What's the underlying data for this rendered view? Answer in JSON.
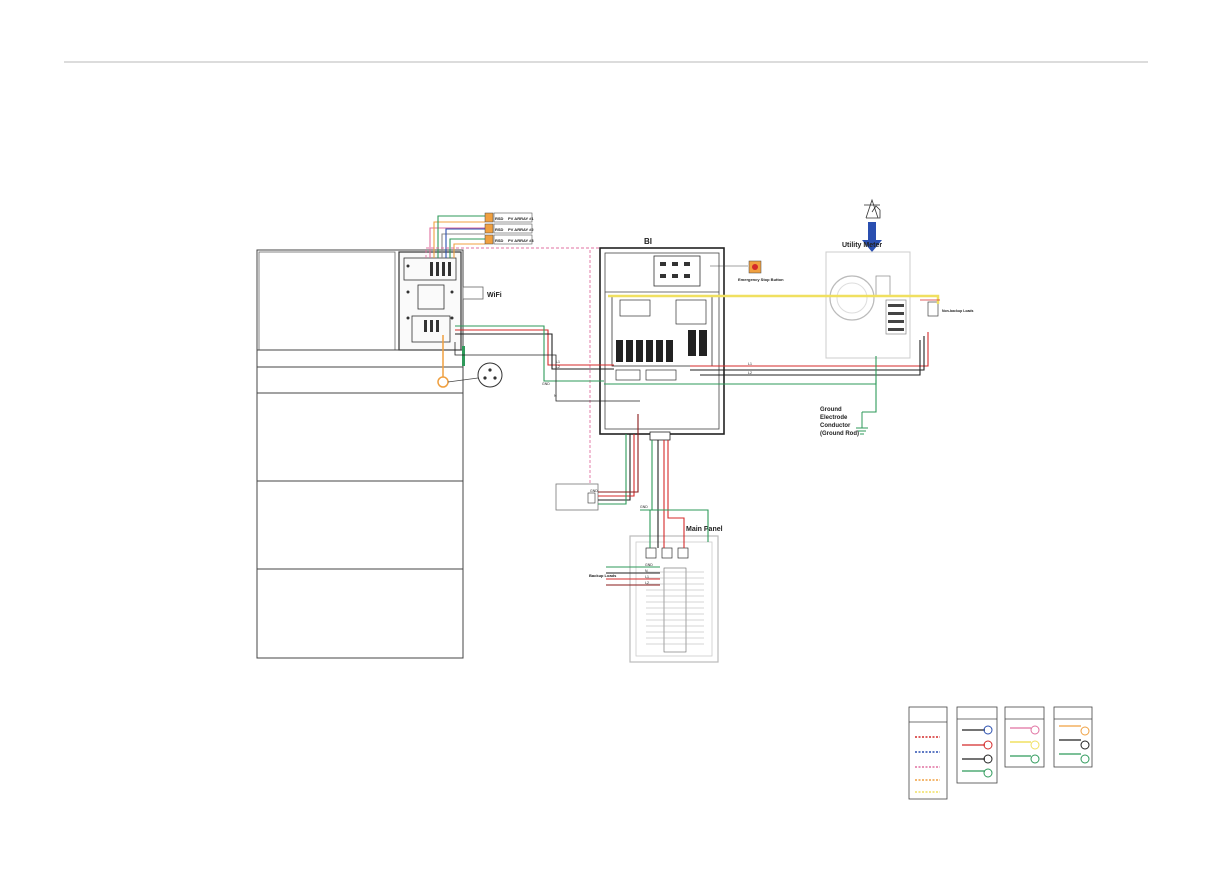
{
  "labels": {
    "bi": "BI",
    "wifi": "WiFi",
    "pv1": "PV ARRAY #1",
    "pv2": "PV ARRAY #2",
    "pv3": "PV ARRAY #3",
    "rss1": "RSD",
    "rss2": "RSD",
    "rss3": "RSD",
    "emergency": "Emergency Stop Button",
    "utility_meter": "Utility Meter",
    "non_backup": "Non-backup Loads",
    "ground1": "Ground",
    "ground2": "Electrode",
    "ground3": "Conductor",
    "ground4": "(Ground Rod)",
    "main_panel": "Main Panel",
    "backup_loads": "Backup Loads",
    "gnd_a": "GND",
    "gnd_b": "GND",
    "gnd_c": "GND",
    "gnd_d": "GND",
    "n_a": "N",
    "n_b": "N",
    "l1_a": "L1",
    "l2_a": "L2",
    "l1_b": "L1",
    "l2_b": "L2",
    "l1_c": "L1",
    "l2_c": "L2"
  },
  "colors": {
    "red": "#d42a2a",
    "dark_red": "#8a1a1a",
    "green": "#2e9a5a",
    "black": "#222222",
    "yellow": "#f0e060",
    "pink": "#e070a0",
    "orange": "#f0a040",
    "blue": "#2a4fb0",
    "gray": "#999999"
  }
}
